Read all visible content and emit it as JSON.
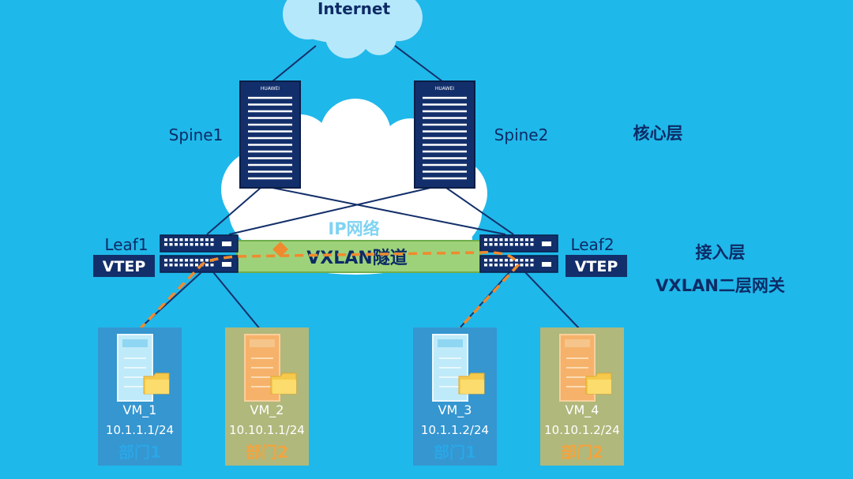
{
  "internet": {
    "label": "Internet"
  },
  "spines": [
    {
      "label": "Spine1",
      "brand": "HUAWEI"
    },
    {
      "label": "Spine2",
      "brand": "HUAWEI"
    }
  ],
  "leaves": [
    {
      "label": "Leaf1",
      "badge": "VTEP"
    },
    {
      "label": "Leaf2",
      "badge": "VTEP"
    }
  ],
  "ip_network": {
    "label": "IP网络"
  },
  "tunnel": {
    "label": "VXLAN隧道"
  },
  "layers": {
    "core": "核心层",
    "access": "接入层",
    "gateway": "VXLAN二层网关"
  },
  "vms": [
    {
      "name": "VM_1",
      "ip": "10.1.1.1/24",
      "dept": "部门1",
      "group": "blue"
    },
    {
      "name": "VM_2",
      "ip": "10.10.1.1/24",
      "dept": "部门2",
      "group": "orange"
    },
    {
      "name": "VM_3",
      "ip": "10.1.1.2/24",
      "dept": "部门1",
      "group": "blue"
    },
    {
      "name": "VM_4",
      "ip": "10.10.1.2/24",
      "dept": "部门2",
      "group": "orange"
    }
  ],
  "colors": {
    "background": "#1fb8ea",
    "device_navy": "#132f6b",
    "tunnel_green": "#9ed27a",
    "path_orange": "#f08a2e",
    "dept1_text": "#2aa7e6",
    "dept2_text": "#f3a43f"
  }
}
